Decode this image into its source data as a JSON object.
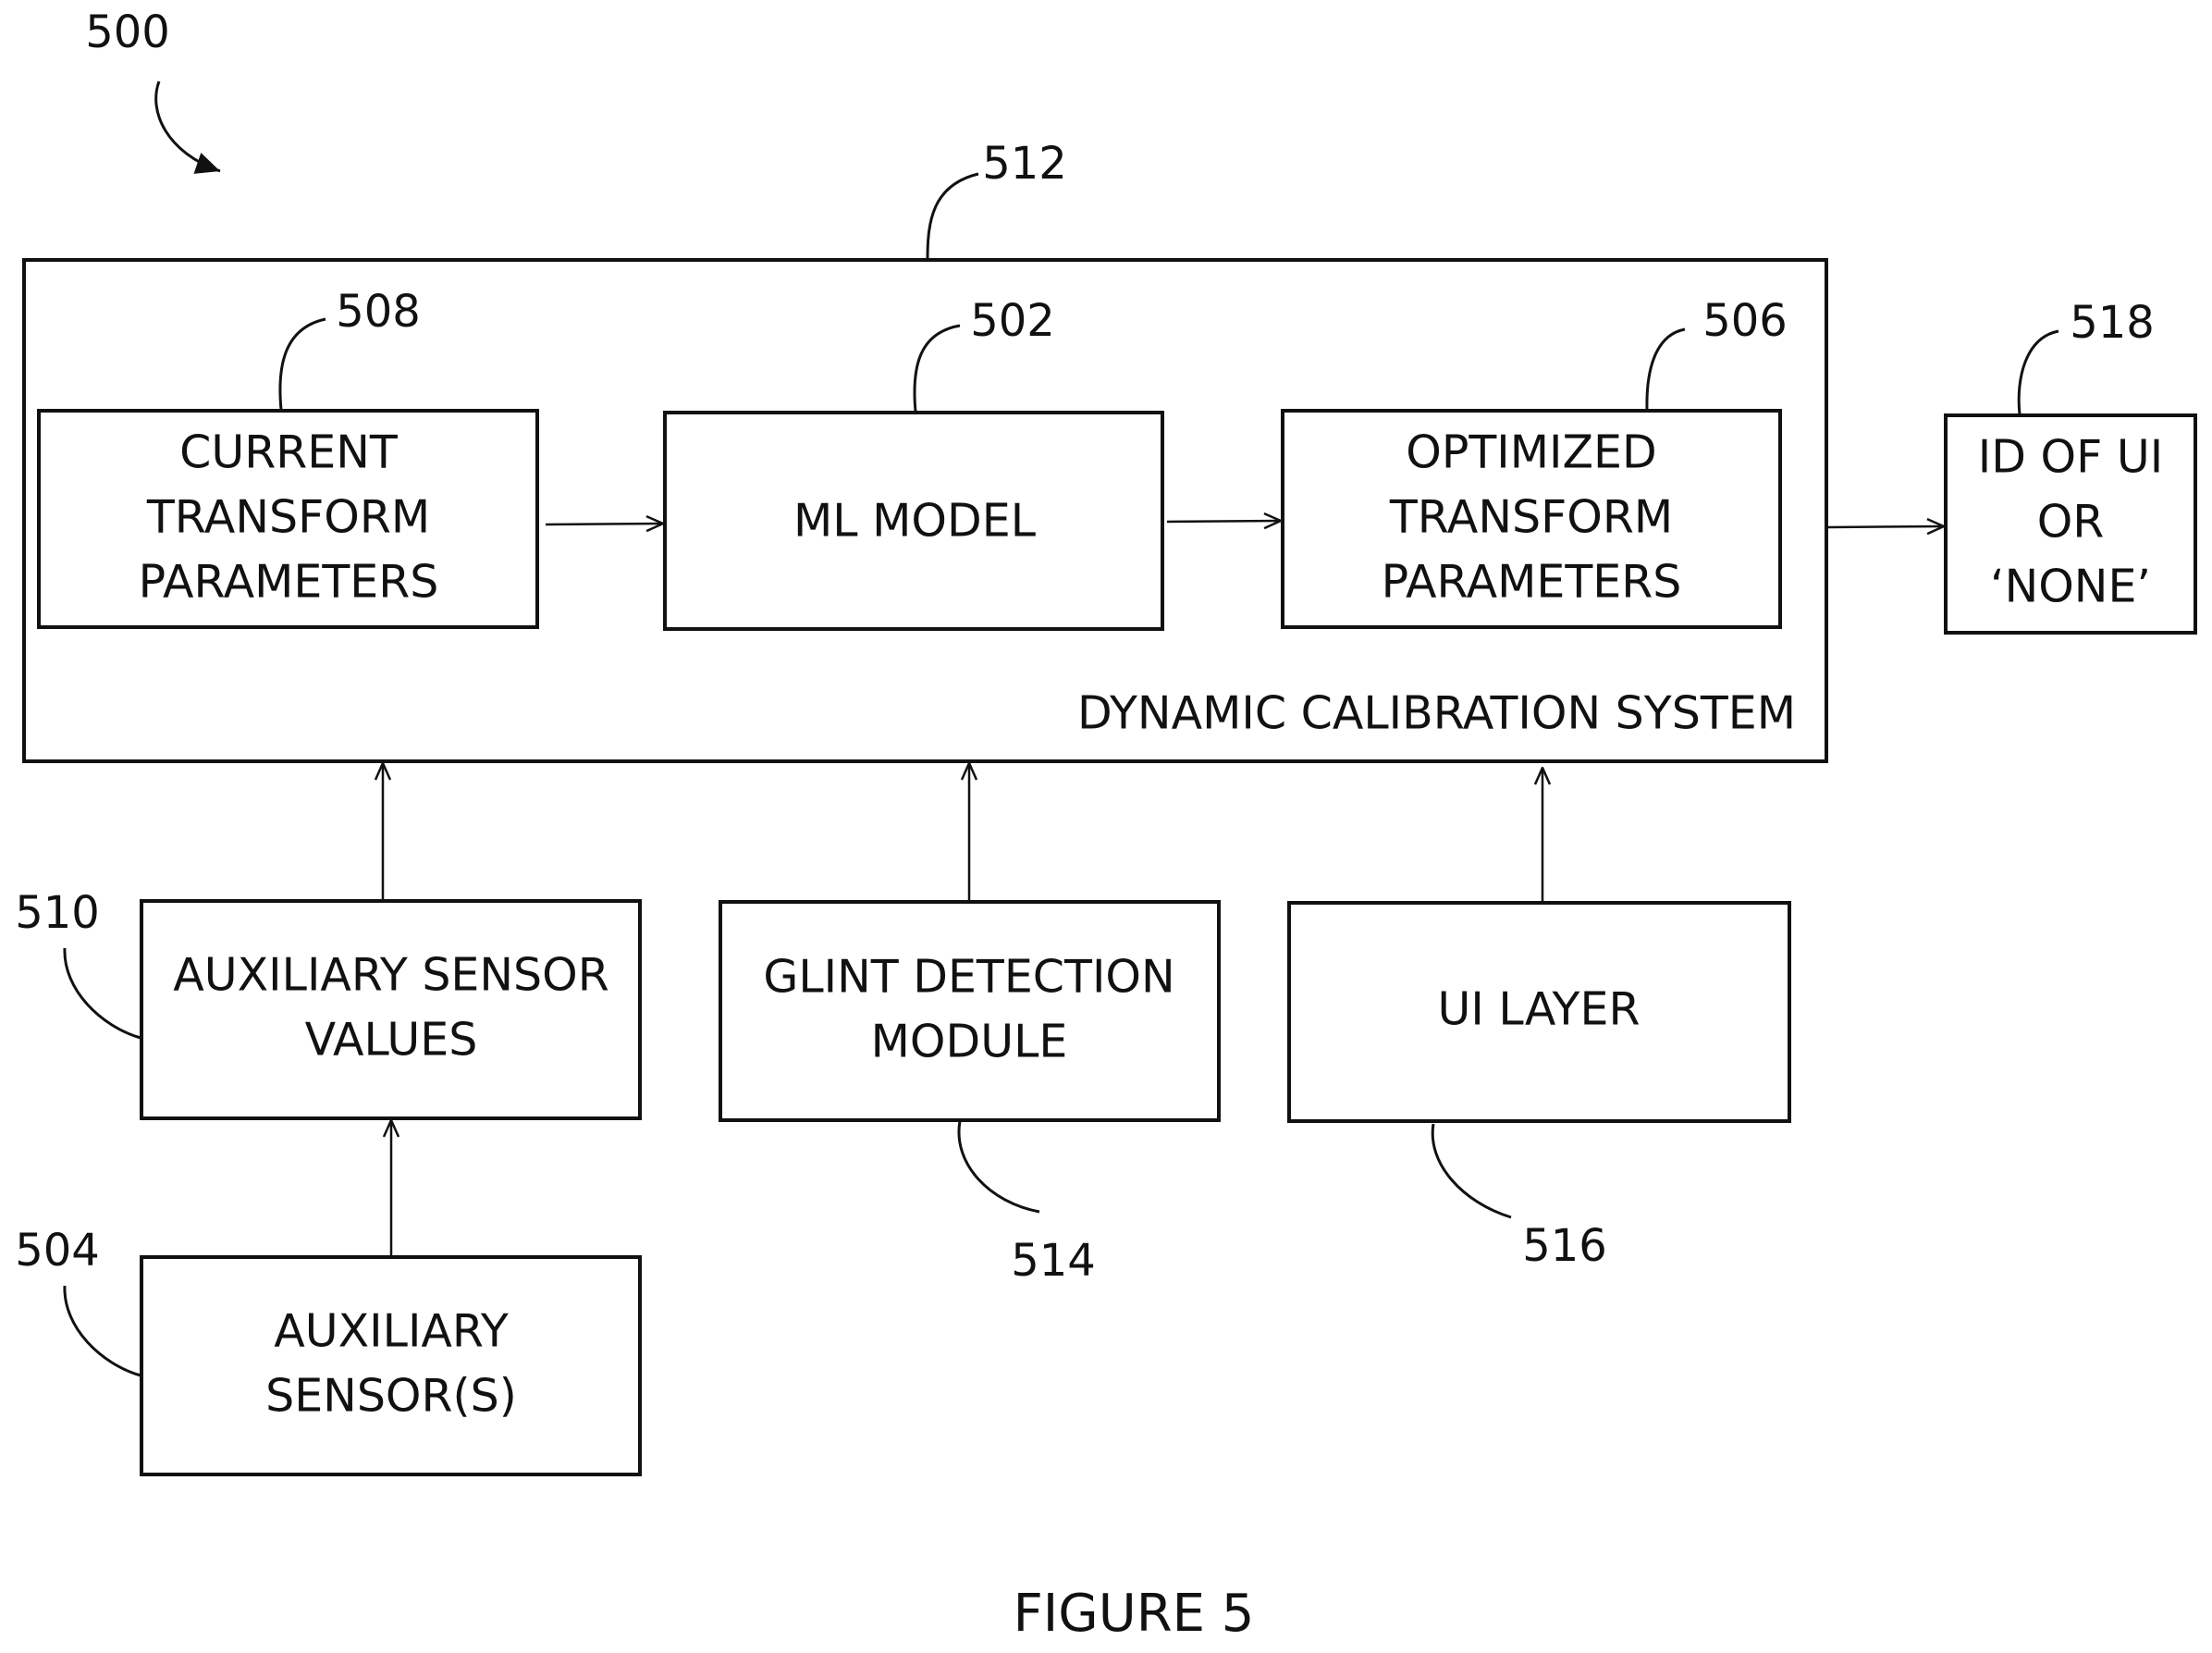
{
  "figure": {
    "number": "500",
    "caption": "FIGURE 5"
  },
  "system": {
    "ref": "512",
    "label": "DYNAMIC CALIBRATION SYSTEM"
  },
  "blocks": {
    "current_transform": {
      "ref": "508",
      "lines": [
        "CURRENT",
        "TRANSFORM",
        "PARAMETERS"
      ]
    },
    "ml_model": {
      "ref": "502",
      "lines": [
        "ML MODEL"
      ]
    },
    "optimized_transform": {
      "ref": "506",
      "lines": [
        "OPTIMIZED",
        "TRANSFORM",
        "PARAMETERS"
      ]
    },
    "output": {
      "ref": "518",
      "lines": [
        "ID OF UI",
        "OR",
        "‘NONE’"
      ]
    },
    "aux_values": {
      "ref": "510",
      "lines": [
        "AUXILIARY SENSOR",
        "VALUES"
      ]
    },
    "aux_sensors": {
      "ref": "504",
      "lines": [
        "AUXILIARY",
        "SENSOR(S)"
      ]
    },
    "glint": {
      "ref": "514",
      "lines": [
        "GLINT DETECTION",
        "MODULE"
      ]
    },
    "ui_layer": {
      "ref": "516",
      "lines": [
        "UI LAYER"
      ]
    }
  }
}
